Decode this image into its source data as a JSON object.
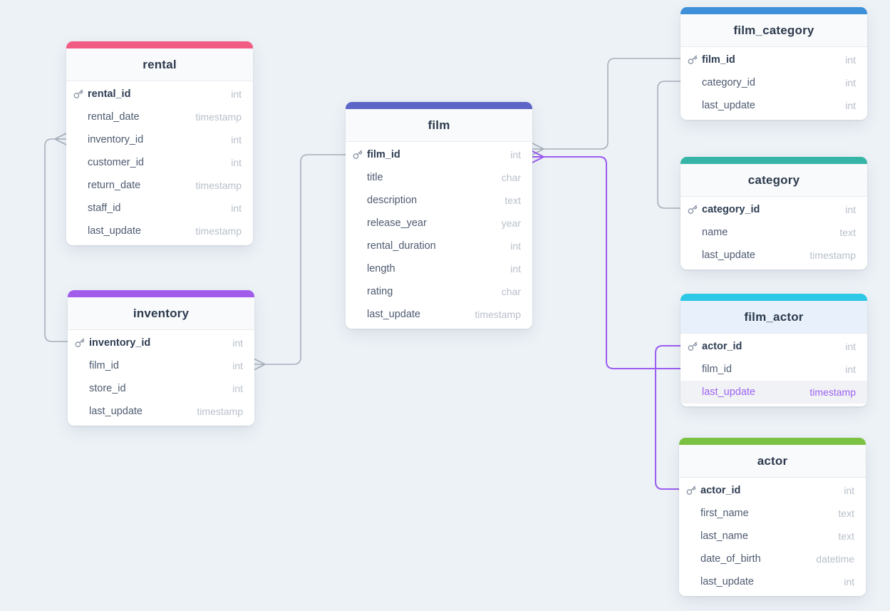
{
  "app": {
    "view_name": "database-schema-diagram"
  },
  "theme": {
    "canvas_bg": "#EDF2F7",
    "card_bg": "#FFFFFF",
    "header_bg": "#F9FAFB",
    "selected_header_bg": "#E8F1FB",
    "line_gray": "#A7AFBB",
    "line_purple": "#9B5CF0",
    "title_color": "#2C3A4E",
    "field_color": "#4E5B70",
    "pk_color": "#2E3D53",
    "type_color": "#B8BFCA",
    "highlight_text": "#9C63F2",
    "highlight_row_bg": "#F1F2F5"
  },
  "tables": {
    "rental": {
      "title": "rental",
      "accent": "#F25C83",
      "selected": false,
      "fields": [
        {
          "name": "rental_id",
          "type": "int",
          "pk": true
        },
        {
          "name": "rental_date",
          "type": "timestamp"
        },
        {
          "name": "inventory_id",
          "type": "int"
        },
        {
          "name": "customer_id",
          "type": "int"
        },
        {
          "name": "return_date",
          "type": "timestamp"
        },
        {
          "name": "staff_id",
          "type": "int"
        },
        {
          "name": "last_update",
          "type": "timestamp"
        }
      ]
    },
    "inventory": {
      "title": "inventory",
      "accent": "#A15DEA",
      "selected": false,
      "fields": [
        {
          "name": "inventory_id",
          "type": "int",
          "pk": true
        },
        {
          "name": "film_id",
          "type": "int"
        },
        {
          "name": "store_id",
          "type": "int"
        },
        {
          "name": "last_update",
          "type": "timestamp"
        }
      ]
    },
    "film": {
      "title": "film",
      "accent": "#5D65C6",
      "selected": false,
      "fields": [
        {
          "name": "film_id",
          "type": "int",
          "pk": true
        },
        {
          "name": "title",
          "type": "char"
        },
        {
          "name": "description",
          "type": "text"
        },
        {
          "name": "release_year",
          "type": "year"
        },
        {
          "name": "rental_duration",
          "type": "int"
        },
        {
          "name": "length",
          "type": "int"
        },
        {
          "name": "rating",
          "type": "char"
        },
        {
          "name": "last_update",
          "type": "timestamp"
        }
      ]
    },
    "film_category": {
      "title": "film_category",
      "accent": "#3E90D9",
      "selected": false,
      "fields": [
        {
          "name": "film_id",
          "type": "int",
          "pk": true
        },
        {
          "name": "category_id",
          "type": "int"
        },
        {
          "name": "last_update",
          "type": "int"
        }
      ]
    },
    "category": {
      "title": "category",
      "accent": "#36B5A6",
      "selected": false,
      "fields": [
        {
          "name": "category_id",
          "type": "int",
          "pk": true
        },
        {
          "name": "name",
          "type": "text"
        },
        {
          "name": "last_update",
          "type": "timestamp"
        }
      ]
    },
    "film_actor": {
      "title": "film_actor",
      "accent": "#2CC8E6",
      "selected": true,
      "fields": [
        {
          "name": "actor_id",
          "type": "int",
          "pk": true
        },
        {
          "name": "film_id",
          "type": "int"
        },
        {
          "name": "last_update",
          "type": "timestamp",
          "highlight": true
        }
      ]
    },
    "actor": {
      "title": "actor",
      "accent": "#7BC142",
      "selected": false,
      "fields": [
        {
          "name": "actor_id",
          "type": "int",
          "pk": true
        },
        {
          "name": "first_name",
          "type": "text"
        },
        {
          "name": "last_name",
          "type": "text"
        },
        {
          "name": "date_of_birth",
          "type": "datetime"
        },
        {
          "name": "last_update",
          "type": "int"
        }
      ]
    }
  },
  "relationships": [
    {
      "from": "rental.inventory_id",
      "to": "inventory.inventory_id",
      "style": "gray",
      "many_end": "rental"
    },
    {
      "from": "inventory.film_id",
      "to": "film.film_id",
      "style": "gray",
      "many_end": "inventory"
    },
    {
      "from": "film.film_id",
      "to": "film_category.film_id",
      "style": "gray",
      "many_end": "film"
    },
    {
      "from": "film_category.category_id",
      "to": "category.category_id",
      "style": "gray",
      "many_end": null
    },
    {
      "from": "film.film_id",
      "to": "film_actor.film_id",
      "style": "purple",
      "many_end": "film"
    },
    {
      "from": "film_actor.actor_id",
      "to": "actor.actor_id",
      "style": "purple",
      "many_end": null
    }
  ]
}
